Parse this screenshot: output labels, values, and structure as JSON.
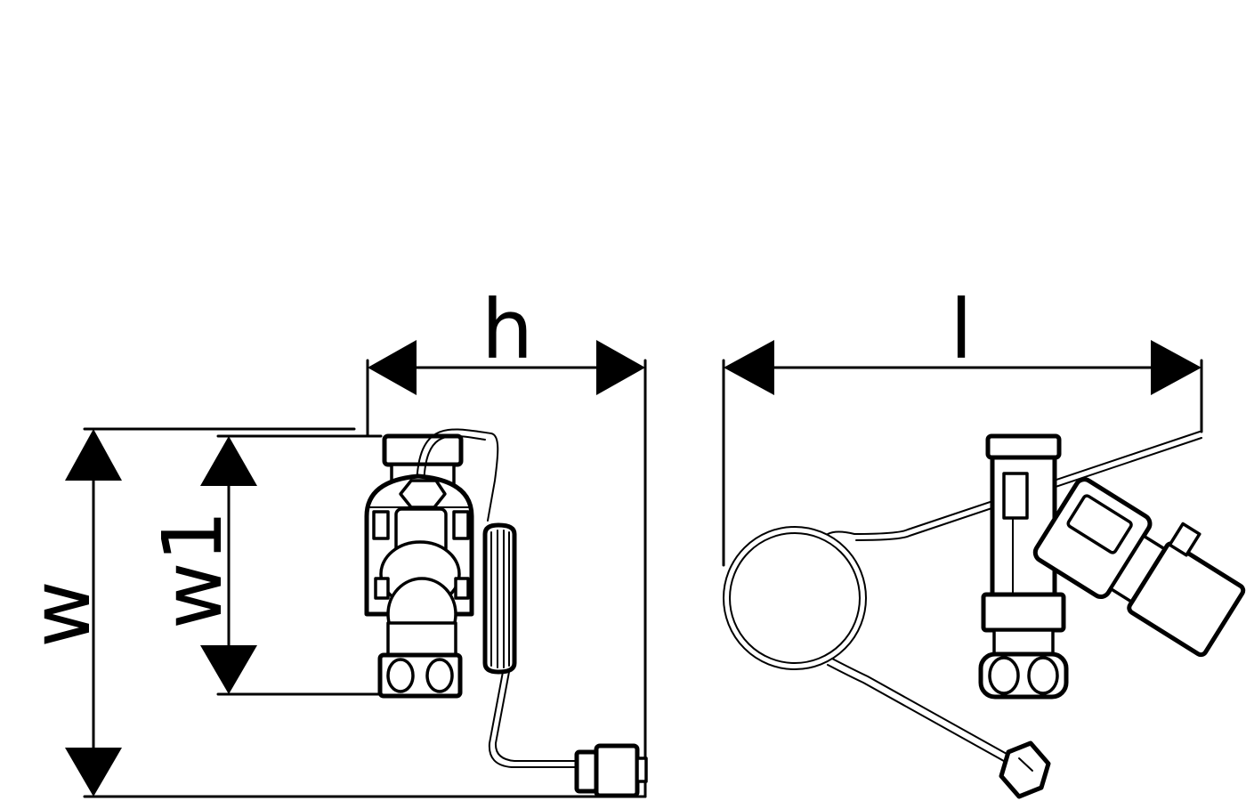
{
  "dimensions": {
    "h": "h",
    "l": "l",
    "w": "w",
    "w1": "w1"
  },
  "colors": {
    "line": "#000000",
    "background": "#ffffff"
  }
}
